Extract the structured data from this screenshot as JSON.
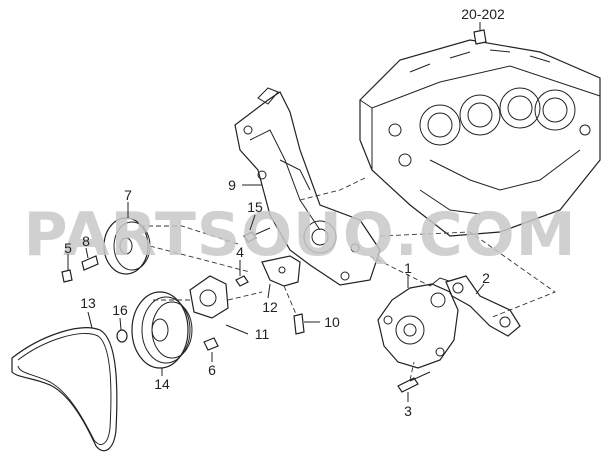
{
  "diagram": {
    "reference_label": "20-202",
    "callouts": [
      "1",
      "2",
      "3",
      "4",
      "5",
      "6",
      "7",
      "8",
      "9",
      "10",
      "11",
      "12",
      "13",
      "14",
      "15",
      "16"
    ],
    "watermark": "PARTSOUQ.COM"
  }
}
